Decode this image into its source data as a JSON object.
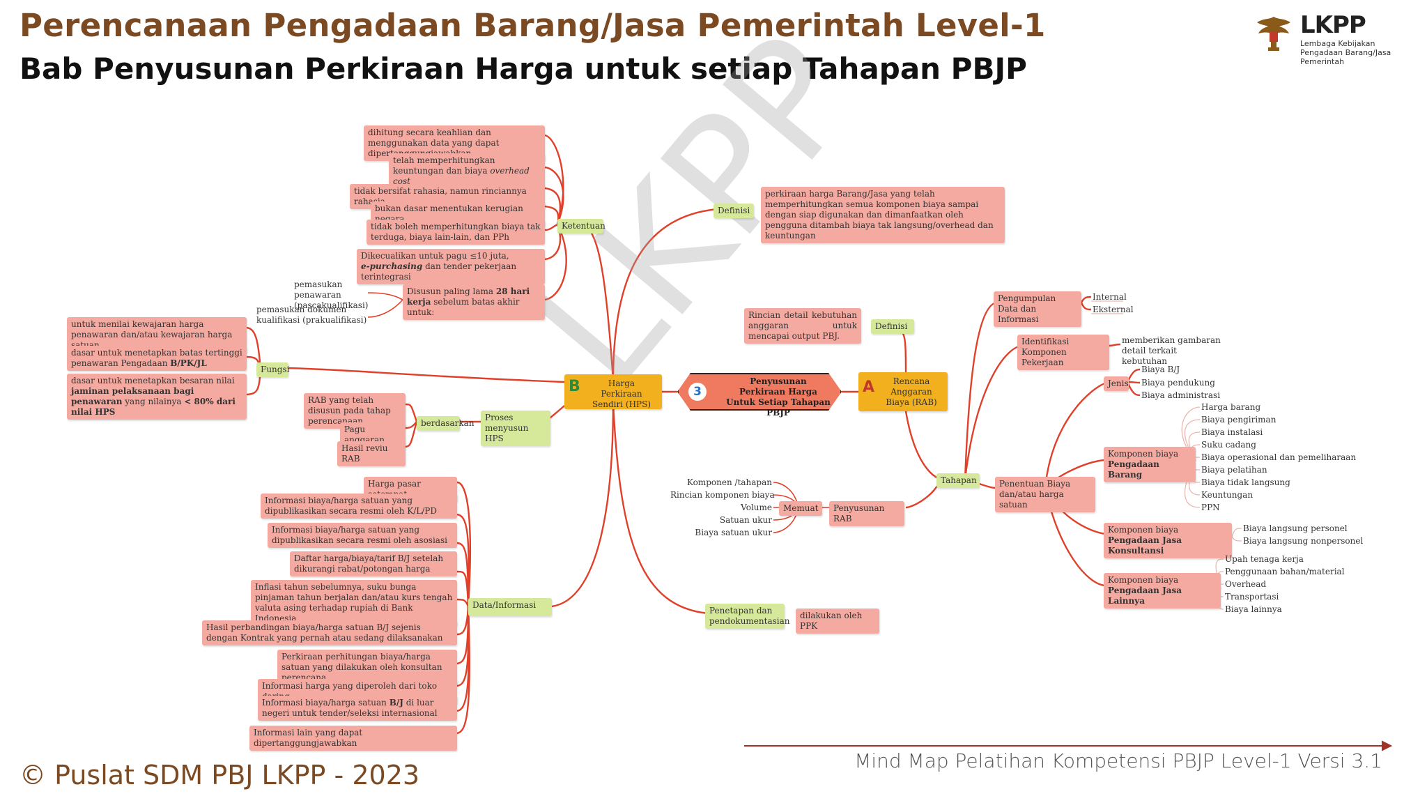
{
  "header": {
    "title": "Perencanaan Pengadaan Barang/Jasa Pemerintah Level-1",
    "subtitle": "Bab Penyusunan Perkiraan Harga untuk setiap Tahapan PBJP",
    "logo_text": "LKPP",
    "logo_sub1": "Lembaga Kebijakan",
    "logo_sub2": "Pengadaan Barang/Jasa Pemerintah"
  },
  "watermark": "LKPP",
  "footer": {
    "copyright": "© Puslat SDM PBJ LKPP - 2023",
    "caption": "Mind Map Pelatihan Kompetensi PBJP Level-1 Versi 3.1"
  },
  "colors": {
    "brown": "#7b4a22",
    "link": "#e0402a",
    "pink": "#f4aaa0",
    "green": "#d6e89a",
    "orange": "#f2b01e",
    "center": "#f07a60"
  },
  "center": {
    "number": "3",
    "line1": "Penyusunan",
    "line2": "Perkiraan Harga",
    "line3": "Untuk Setiap Tahapan PBJP"
  },
  "hps": {
    "letter": "B",
    "label": "Harga Perkiraan Sendiri (HPS)",
    "ketentuan": {
      "label": "Ketentuan",
      "items": [
        "dihitung secara keahlian dan menggunakan data yang dapat dipertanggungjawabkan",
        "telah memperhitungkan keuntungan dan biaya",
        "overhead cost",
        "tidak bersifat rahasia, namun rinciannya rahasia",
        "bukan dasar menentukan kerugian negara",
        "tidak boleh memperhitungkan biaya tak terduga, biaya lain-lain, dan PPh",
        "Dikecualikan untuk pagu ≤10 juta,",
        "e-purchasing",
        "dan tender pekerjaan terintegrasi",
        "Disusun paling lama",
        "28 hari kerja",
        "sebelum batas akhir untuk:"
      ],
      "sub": [
        "pemasukan penawaran (pascakualifikasi)",
        "pemasukan dokumen kualifikasi (prakualifikasi)"
      ]
    },
    "fungsi": {
      "label": "Fungsi",
      "items": [
        "untuk menilai kewajaran harga penawaran dan/atau kewajaran harga satuan",
        "dasar untuk menetapkan batas tertinggi penawaran Pengadaan",
        "B/PK/JL",
        "dasar untuk menetapkan besaran nilai",
        "jaminan pelaksanaan bagi penawaran",
        "yang nilainya",
        "< 80% dari nilai HPS"
      ]
    },
    "proses": {
      "label": "Proses menyusun HPS",
      "berdasarkan": "berdasarkan",
      "items": [
        "RAB yang telah disusun pada tahap perencanaan",
        "Pagu anggaran",
        "Hasil reviu RAB"
      ]
    },
    "data": {
      "label": "Data/Informasi",
      "items": [
        "Harga pasar setempat",
        "Informasi biaya/harga satuan yang dipublikasikan secara resmi oleh K/L/PD",
        "Informasi biaya/harga satuan yang dipublikasikan secara resmi oleh asosiasi",
        "Daftar harga/biaya/tarif B/J setelah dikurangi rabat/potongan harga",
        "Inflasi tahun sebelumnya, suku bunga pinjaman tahun berjalan dan/atau kurs tengah valuta asing terhadap rupiah di Bank Indonesia",
        "Hasil perbandingan biaya/harga satuan B/J sejenis dengan Kontrak yang pernah atau sedang dilaksanakan",
        "Perkiraan perhitungan biaya/harga satuan yang dilakukan oleh konsultan perencana",
        "Informasi harga yang diperoleh dari toko daring",
        "Informasi biaya/harga satuan",
        "B/J",
        "di luar negeri untuk tender/seleksi internasional",
        "Informasi lain yang dapat dipertanggungjawabkan"
      ]
    },
    "definisi": {
      "label": "Definisi",
      "text": "perkiraan harga Barang/Jasa yang telah memperhitungkan semua komponen biaya sampai dengan siap digunakan dan dimanfaatkan oleh pengguna ditambah biaya tak langsung/overhead dan keuntungan"
    },
    "penetapan": {
      "label": "Penetapan dan pendokumentasian",
      "value": "dilakukan oleh PPK"
    }
  },
  "rab": {
    "letter": "A",
    "label": "Rencana Anggaran Biaya (RAB)",
    "definisi": {
      "label": "Definisi",
      "text": "Rincian detail kebutuhan anggaran untuk mencapai output PBJ."
    },
    "tahapan": {
      "label": "Tahapan",
      "pengumpulan": {
        "label": "Pengumpulan Data dan Informasi",
        "items": [
          "Internal",
          "Eksternal"
        ]
      },
      "identifikasi": {
        "label": "Identifikasi Komponen Pekerjaan",
        "value": "memberikan gambaran detail terkait kebutuhan"
      },
      "penentuan": {
        "label": "Penentuan Biaya dan/atau harga satuan",
        "jenis": {
          "label": "Jenis",
          "items": [
            "Biaya B/J",
            "Biaya pendukung",
            "Biaya administrasi"
          ]
        },
        "barang": {
          "label1": "Komponen biaya",
          "label2": "Pengadaan Barang",
          "items": [
            "Harga barang",
            "Biaya pengiriman",
            "Biaya instalasi",
            "Suku cadang",
            "Biaya operasional dan pemeliharaan",
            "Biaya pelatihan",
            "Biaya tidak langsung",
            "Keuntungan",
            "PPN"
          ]
        },
        "konsultansi": {
          "label1": "Komponen biaya",
          "label2": "Pengadaan Jasa Konsultansi",
          "items": [
            "Biaya langsung personel",
            "Biaya langsung nonpersonel"
          ]
        },
        "lainnya": {
          "label1": "Komponen biaya",
          "label2": "Pengadaan Jasa Lainnya",
          "items": [
            "Upah tenaga kerja",
            "Penggunaan bahan/material",
            "Overhead",
            "Transportasi",
            "Biaya lainnya"
          ]
        }
      },
      "penyusunan": {
        "label": "Penyusunan RAB",
        "memuat": "Memuat",
        "items": [
          "Komponen /tahapan",
          "Rincian komponen biaya",
          "Volume",
          "Satuan ukur",
          "Biaya satuan ukur"
        ]
      }
    }
  }
}
